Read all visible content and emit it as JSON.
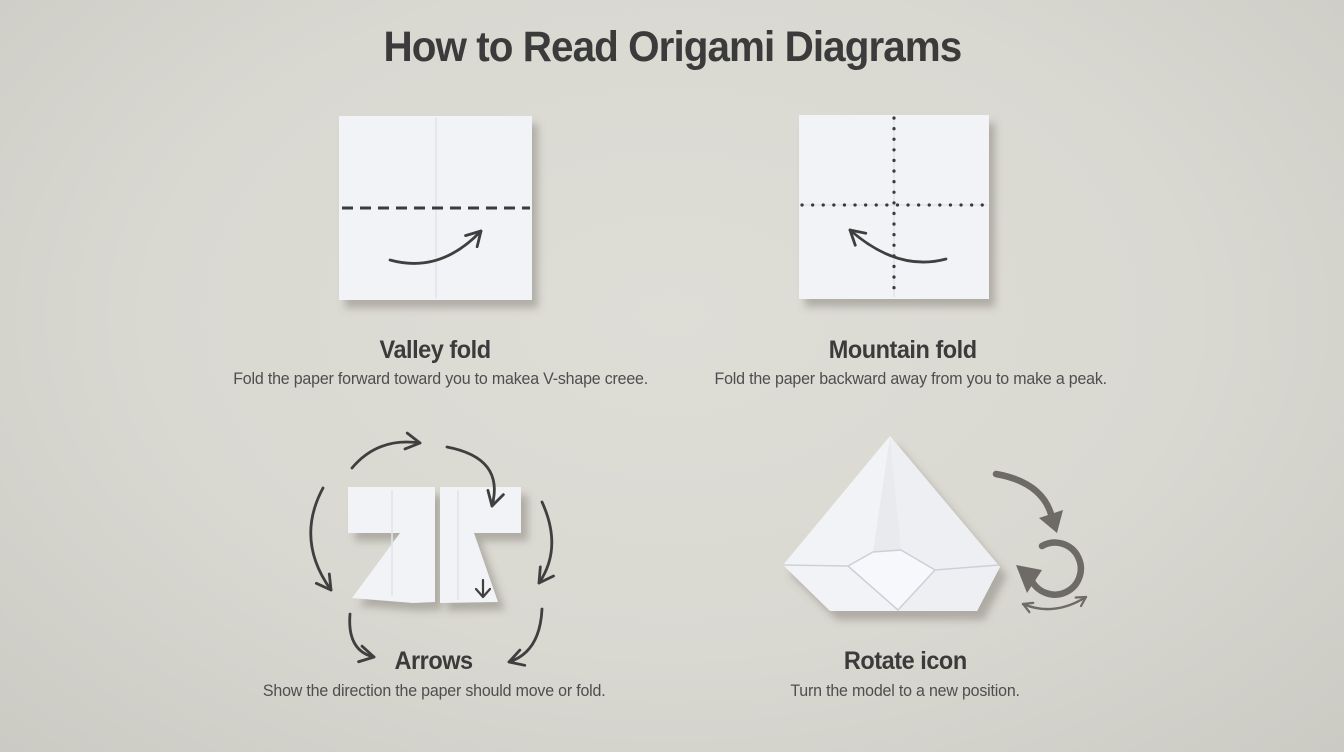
{
  "page": {
    "title": "How to Read Origami Diagrams"
  },
  "colors": {
    "background": "#d9d8d1",
    "paper": "#f1f3f6",
    "ink": "#3b3b3b",
    "text_secondary": "#4e4e4e",
    "arrow": "#3f3f3f",
    "rotate_icon": "#6e6a66"
  },
  "sections": {
    "valley": {
      "heading": "Valley fold",
      "description": "Fold the paper forward toward you to makea V-shape creee.",
      "fold_line_style": "dashed",
      "icon": "curved-fold-arrow-icon"
    },
    "mountain": {
      "heading": "Mountain fold",
      "description": "Fold the paper backward away from you to make a peak.",
      "fold_line_style": "dotted",
      "icon": "curved-fold-arrow-icon"
    },
    "arrows": {
      "heading": "Arrows",
      "description": "Show the direction the paper should move or fold.",
      "icon": "circular-arrows-icon"
    },
    "rotate": {
      "heading": "Rotate icon",
      "description": "Turn the model to a new position.",
      "icon": "rotate-arrows-icon"
    }
  }
}
